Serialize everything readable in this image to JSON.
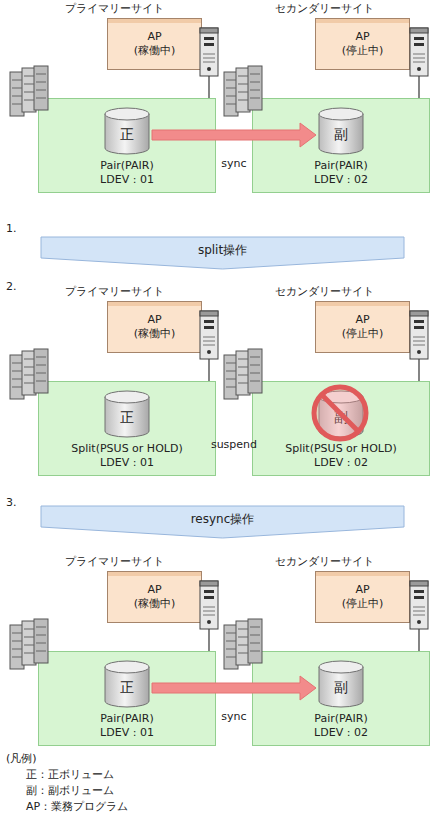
{
  "diagram": {
    "nodes": [
      {
        "text": [
          "AP",
          "(稼働中)"
        ]
      },
      {
        "text": [
          "AP",
          "(停止中)"
        ]
      },
      {
        "text": [
          "Pair(PAIR)",
          "LDEV : 01"
        ]
      },
      {
        "text": [
          "正"
        ],
        "in": 2
      },
      {
        "text": [
          "Pair(PAIR)",
          "LDEV : 02"
        ]
      },
      {
        "text": [
          "副"
        ],
        "in": 4
      },
      {
        "text": [
          "split操作"
        ]
      },
      {
        "text": [
          "AP",
          "(稼働中)"
        ]
      },
      {
        "text": [
          "AP",
          "(停止中)"
        ]
      },
      {
        "text": [
          "Split(PSUS or HOLD)",
          "LDEV : 01"
        ]
      },
      {
        "text": [
          "正"
        ],
        "in": 9
      },
      {
        "text": [
          "Split(PSUS or HOLD)",
          "LDEV : 02"
        ]
      },
      {
        "text": [
          "副"
        ],
        "in": 11
      },
      {
        "text": [
          "resync操作"
        ]
      },
      {
        "text": [
          "AP",
          "(稼働中)"
        ]
      },
      {
        "text": [
          "AP",
          "(停止中)"
        ]
      },
      {
        "text": [
          "Pair(PAIR)",
          "LDEV : 01"
        ]
      },
      {
        "text": [
          "正"
        ],
        "in": 16
      },
      {
        "text": [
          "Pair(PAIR)",
          "LDEV : 02"
        ]
      },
      {
        "text": [
          "副"
        ],
        "in": 18
      }
    ],
    "edges": [
      {
        "from": 3,
        "to": 5,
        "arrow": "to",
        "label": "sync"
      },
      {
        "from": 17,
        "to": 19,
        "arrow": "to",
        "label": "sync"
      }
    ],
    "labels": [
      "プライマリーサイト",
      "セカンダリーサイト",
      "1.",
      "2.",
      "プライマリーサイト",
      "セカンダリーサイト",
      "suspend",
      "3.",
      "プライマリーサイト",
      "セカンダリーサイト",
      "(凡例)"
    ],
    "legend": [
      {
        "text": "正：正ボリューム"
      },
      {
        "text": "副：副ボリューム"
      },
      {
        "text": "AP：業務プログラム"
      }
    ]
  }
}
